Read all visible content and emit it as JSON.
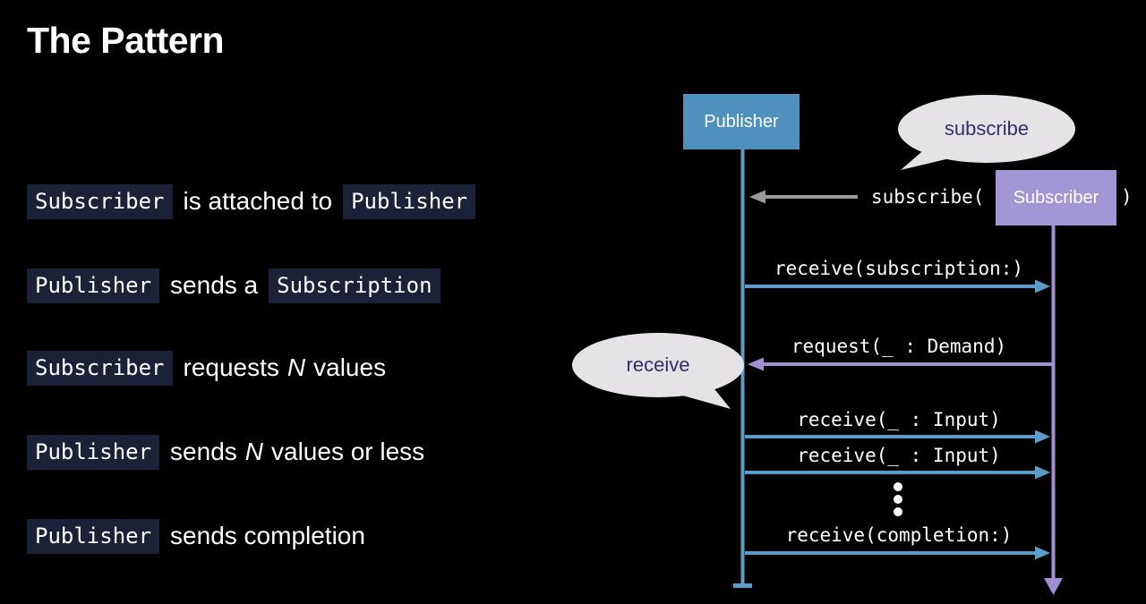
{
  "title": "The Pattern",
  "bullets": [
    {
      "code1": "Subscriber",
      "text1": "is attached to",
      "code2": "Publisher"
    },
    {
      "code1": "Publisher",
      "text1": "sends a",
      "code2": "Subscription"
    },
    {
      "code1": "Subscriber",
      "text1": "requests",
      "em": "N",
      "text2": "values"
    },
    {
      "code1": "Publisher",
      "text1": "sends",
      "em": "N",
      "text2": "values or less"
    },
    {
      "code1": "Publisher",
      "text1": "sends completion"
    }
  ],
  "diagram": {
    "publisher_label": "Publisher",
    "subscriber_label": "Subscriber",
    "bubbles": {
      "subscribe": "subscribe",
      "receive": "receive"
    },
    "subscribe_call": {
      "prefix": "subscribe(",
      "suffix": ")"
    },
    "messages": {
      "receive_subscription": "receive(subscription:)",
      "request_demand": "request(_ : Demand)",
      "receive_input_1": "receive(_ : Input)",
      "receive_input_2": "receive(_ : Input)",
      "receive_completion": "receive(completion:)"
    },
    "continuation_dots": 3,
    "colors": {
      "background": "#000000",
      "publisher_blue": "#4e91bd",
      "publisher_line_blue": "#5b9cc8",
      "subscriber_purple": "#a396d4",
      "subscriber_line_purple": "#a18fd2",
      "arrow_gray": "#999999",
      "bubble_fill": "#e5e3e6",
      "bubble_text": "#352e6b",
      "code_chip_bg": "#1b2237"
    }
  }
}
